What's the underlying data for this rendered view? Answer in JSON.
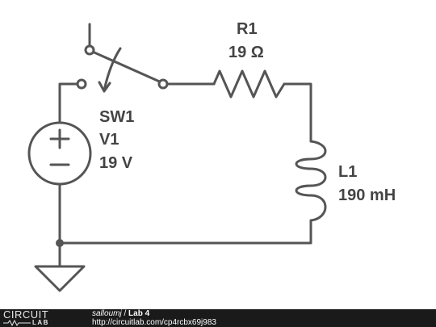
{
  "components": {
    "switch": {
      "name": "SW1"
    },
    "source": {
      "name": "V1",
      "value": "19 V",
      "plus_symbol": "+",
      "minus_symbol": "–"
    },
    "resistor": {
      "name": "R1",
      "value": "19 Ω"
    },
    "inductor": {
      "name": "L1",
      "value": "190 mH"
    }
  },
  "footer": {
    "logo_top": "CIRCUIT",
    "logo_bottom": "LAB",
    "user": "salloumj",
    "separator": "/",
    "title": "Lab 4",
    "url": "http://circuitlab.com/cp4rcbx69j983"
  },
  "colors": {
    "wire": "#555555",
    "label": "#444444",
    "footer_bg": "#1a1a1a"
  }
}
